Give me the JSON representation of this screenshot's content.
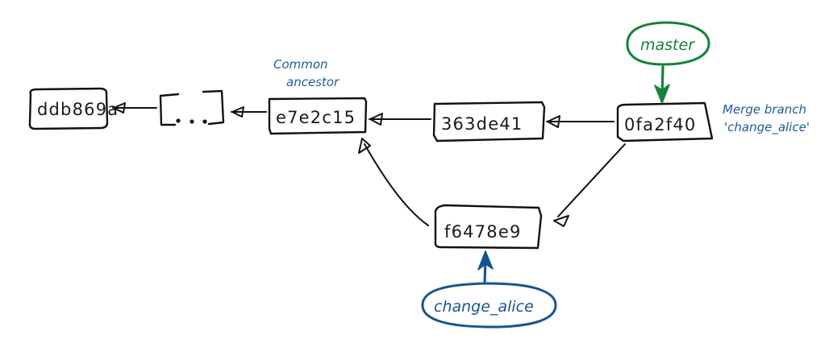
{
  "diagram": {
    "title": "git merge commit graph",
    "background_color": "#ffffff",
    "ink_color": "#111111",
    "blue_color": "#1c5c9e",
    "blue_dark_color": "#17558f",
    "green_color": "#14833b"
  },
  "commits": [
    {
      "id": "c0",
      "hash": "ddb869a"
    },
    {
      "id": "ellipsis",
      "hash": "[ ... ]"
    },
    {
      "id": "c1",
      "hash": "e7e2c15"
    },
    {
      "id": "c2",
      "hash": "363de41"
    },
    {
      "id": "c3",
      "hash": "0fa2f40"
    },
    {
      "id": "c4",
      "hash": "f6478e9"
    }
  ],
  "annotations": [
    {
      "id": "ancestor",
      "line1": "Common",
      "line2": "ancestor",
      "color": "#1c5c9e"
    },
    {
      "id": "merge-msg",
      "line1": "Merge branch",
      "line2": "'change_alice'",
      "color": "#1c5c9e"
    }
  ],
  "branches": [
    {
      "id": "master",
      "label": "master",
      "color": "#14833b"
    },
    {
      "id": "change-alice",
      "label": "change_alice",
      "color": "#17558f"
    }
  ],
  "edges": [
    {
      "from": "ellipsis",
      "to": "c0",
      "kind": "parent"
    },
    {
      "from": "c1",
      "to": "ellipsis",
      "kind": "parent"
    },
    {
      "from": "c2",
      "to": "c1",
      "kind": "parent"
    },
    {
      "from": "c3",
      "to": "c2",
      "kind": "parent"
    },
    {
      "from": "c4",
      "to": "c1",
      "kind": "parent"
    },
    {
      "from": "c3",
      "to": "c4",
      "kind": "parent"
    },
    {
      "from": "master",
      "to": "c3",
      "kind": "branch-pointer"
    },
    {
      "from": "change-alice",
      "to": "c4",
      "kind": "branch-pointer"
    }
  ]
}
